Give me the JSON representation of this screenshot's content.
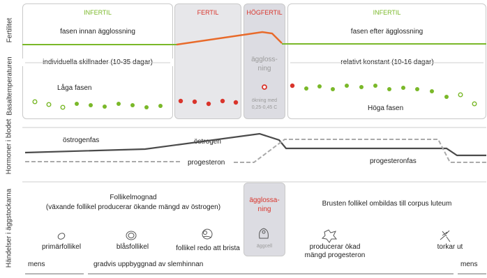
{
  "side_labels": {
    "fertility": "Fertilitet",
    "basal": "Basaltemperaturen",
    "hormones": "Hormoner i blodet",
    "ovary": "Händelser i äggstockarna"
  },
  "phases": {
    "infertil_left": "INFERTIL",
    "fertil": "FERTIL",
    "hogfertil": "HÖGFERTIL",
    "infertil_right": "INFERTIL"
  },
  "fertility_text": {
    "before": "fasen innan ägglossning",
    "after": "fasen efter ägglossning"
  },
  "basal_text": {
    "individual": "individuella skillnader (10-35 dagar)",
    "constant": "relativt konstant (10-16 dagar)",
    "ovulation_l1": "äggloss-",
    "ovulation_l2": "ning",
    "low": "Låga fasen",
    "high": "Höga fasen",
    "rise_l1": "ökning med",
    "rise_l2": "0,25-0,45 C"
  },
  "hormone_text": {
    "estrogen_phase": "östrogenfas",
    "estrogen": "östrogen",
    "progesterone": "progesteron",
    "progesterone_phase": "progesteronfas"
  },
  "ovary_text": {
    "follicle_title": "Follikelmognad",
    "follicle_sub": "(växande follikel producerar ökande mängd av östrogen)",
    "ovulation_l1": "ägglossa-",
    "ovulation_l2": "ning",
    "corpus": "Brusten follikel ombildas till corpus luteum",
    "primary": "primärfollikel",
    "vesicle": "blåsfollikel",
    "ready": "follikel redo att brista",
    "egg": "äggcell",
    "produces_l1": "producerar ökad",
    "produces_l2": "mängd progesteron",
    "dries": "torkar ut",
    "mens_left": "mens",
    "lining": "gradvis uppbyggnad av slemhinnan",
    "mens_right": "mens"
  },
  "icons": [
    "primary-follicle-icon",
    "vesicle-follicle-icon",
    "ready-follicle-icon",
    "egg-cell-icon",
    "corpus-luteum-icon",
    "dried-follicle-icon"
  ],
  "colors": {
    "infertile_green": "#7ab829",
    "fertile_red": "#d9342b",
    "fertility_line": "#e86a2a",
    "panel_grey": "#e2e2e6",
    "hormone_dark": "#4a4a4a",
    "hormone_dashed": "#aaaaaa"
  }
}
